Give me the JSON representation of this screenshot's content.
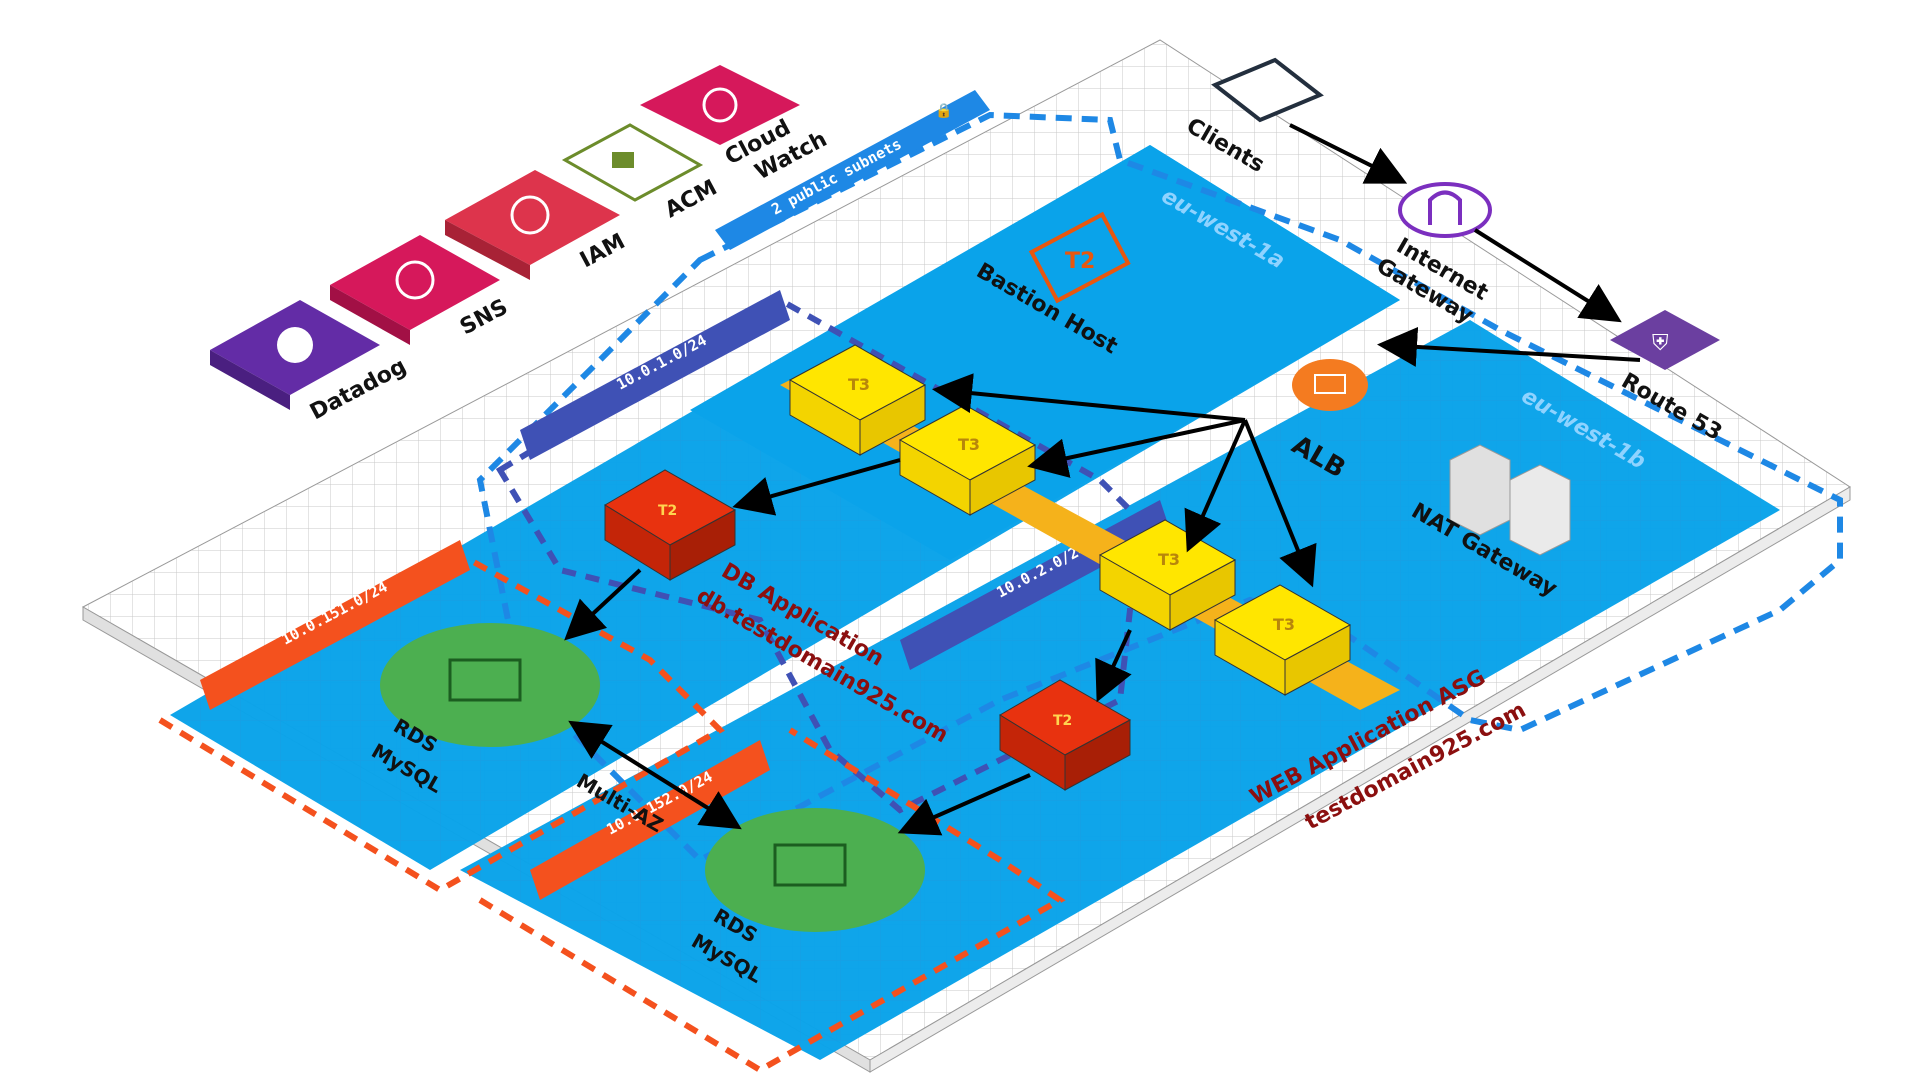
{
  "services": {
    "datadog": "Datadog",
    "sns": "SNS",
    "iam": "IAM",
    "acm": "ACM",
    "cloudwatch_line1": "Cloud",
    "cloudwatch_line2": "Watch"
  },
  "regions": {
    "az_a": "eu-west-1a",
    "az_b": "eu-west-1b"
  },
  "subnets": {
    "public_group": "2 public subnets",
    "public_a": "10.0.1.0/24",
    "public_b": "10.0.2.0/24",
    "private_a": "10.0.151.0/24",
    "private_b": "10.0.152.0/24"
  },
  "nodes": {
    "clients": "Clients",
    "igw_line1": "Internet",
    "igw_line2": "Gateway",
    "route53": "Route 53",
    "alb": "ALB",
    "bastion": "Bastion Host",
    "nat": "NAT Gateway",
    "rds_line1": "RDS",
    "rds_line2": "MySQL",
    "multi_az": "Multi-AZ",
    "db_app_line1": "DB Application",
    "db_app_line2": "db.testdomain925.com",
    "web_asg": "WEB Application ASG",
    "domain": "testdomain925.com"
  },
  "chips": {
    "t2": "T2",
    "t3": "T3"
  },
  "colors": {
    "vpc_blue": "#0aa3ea",
    "public_subnet_blue": "#3f51b5",
    "private_subnet_orange": "#f4511e",
    "route53_purple": "#6b3fa0",
    "datadog_purple": "#632ca6",
    "sns_pink": "#d6185b",
    "iam_red": "#dd344c",
    "acm_green": "#6c8c2b",
    "rds_green": "#4caf50",
    "t3_yellow": "#ffe600",
    "t2_red": "#e8320f",
    "asg_orange": "#f5b21b",
    "dark_red_text": "#8b0f0f"
  }
}
